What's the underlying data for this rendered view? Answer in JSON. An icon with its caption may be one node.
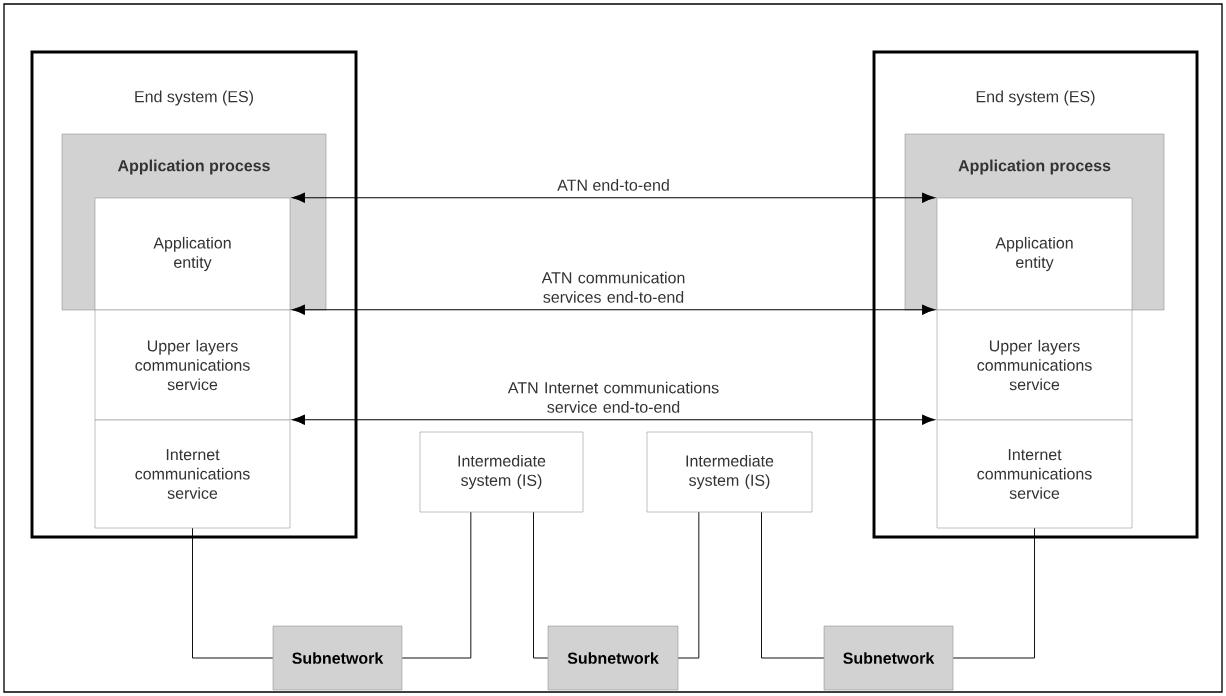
{
  "diagram": {
    "nodes": [
      {
        "text": [
          "End system (ES)"
        ]
      },
      {
        "text": [
          "Application process"
        ],
        "in": 0
      },
      {
        "text": [
          "Application entity"
        ],
        "in": 1
      },
      {
        "text": [
          "Upper layers communications service"
        ],
        "in": 0
      },
      {
        "text": [
          "Internet communications service"
        ],
        "in": 0
      },
      {
        "text": [
          "End system (ES)"
        ]
      },
      {
        "text": [
          "Application process"
        ],
        "in": 5
      },
      {
        "text": [
          "Application entity"
        ],
        "in": 6
      },
      {
        "text": [
          "Upper layers communications service"
        ],
        "in": 5
      },
      {
        "text": [
          "Internet communications service"
        ],
        "in": 5
      },
      {
        "text": [
          "Intermediate system (IS)"
        ]
      },
      {
        "text": [
          "Intermediate system (IS)"
        ]
      },
      {
        "text": [
          "Subnetwork"
        ]
      },
      {
        "text": [
          "Subnetwork"
        ]
      },
      {
        "text": [
          "Subnetwork"
        ]
      }
    ],
    "edges": [
      {
        "from": 2,
        "to": 7,
        "arrow": "both",
        "label": "ATN end-to-end"
      },
      {
        "from": 3,
        "to": 8,
        "arrow": "both",
        "label": "ATN communication services end-to-end"
      },
      {
        "from": 4,
        "to": 9,
        "arrow": "both",
        "label": "ATN Internet communications service end-to-end"
      },
      {
        "from": 4,
        "to": 12,
        "arrow": "none"
      },
      {
        "from": 12,
        "to": 10,
        "arrow": "none"
      },
      {
        "from": 10,
        "to": 13,
        "arrow": "none"
      },
      {
        "from": 13,
        "to": 11,
        "arrow": "none"
      },
      {
        "from": 11,
        "to": 14,
        "arrow": "none"
      },
      {
        "from": 14,
        "to": 9,
        "arrow": "none"
      }
    ]
  }
}
